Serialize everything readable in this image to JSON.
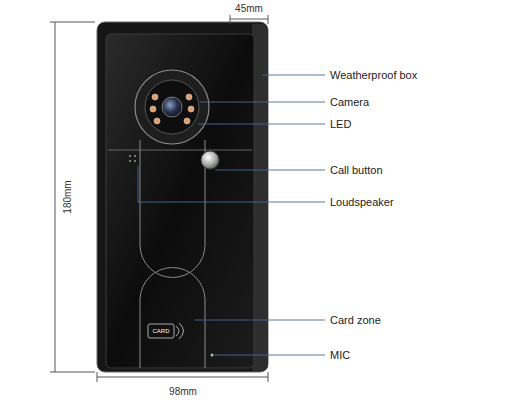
{
  "diagram": {
    "labels": [
      "45mm",
      "Weatherproof box",
      "Camera",
      "LED",
      "Call button",
      "Loudspeaker",
      "180mm",
      "Card zone",
      "MIC",
      "98mm",
      "CARD"
    ]
  }
}
